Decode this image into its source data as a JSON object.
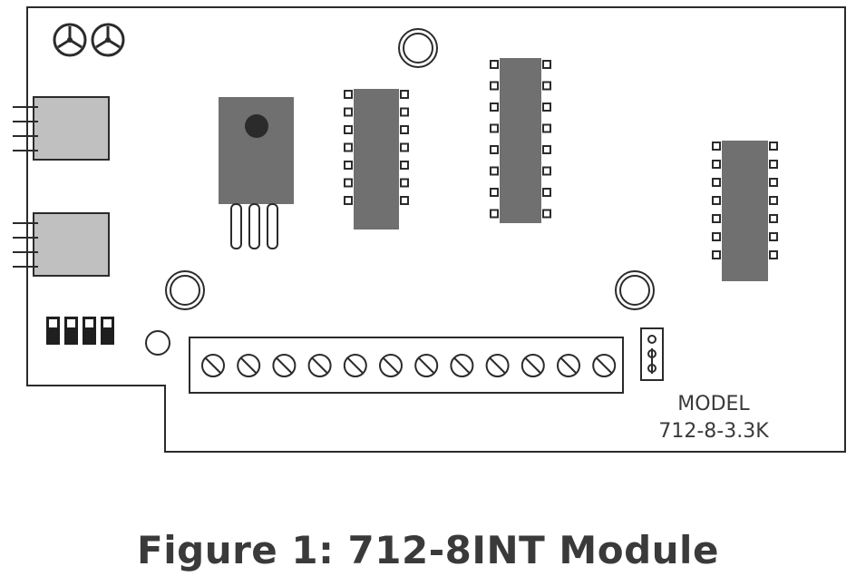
{
  "board": {
    "model_label": "MODEL",
    "model_number": "712-8-3.3K",
    "terminal_block": {
      "terminal_count": 12
    },
    "dip_switch": {
      "switch_count": 4
    },
    "ic_chips": {
      "count": 3,
      "pins_per_side": [
        7,
        8,
        7
      ]
    },
    "connectors": {
      "count": 2,
      "pins_each": 4
    },
    "colors": {
      "outline": "#2b2b2b",
      "component_fill": "#707070",
      "connector_fill": "#c0c0c0"
    }
  },
  "caption": {
    "text": "Figure 1:  712-8INT Module"
  }
}
